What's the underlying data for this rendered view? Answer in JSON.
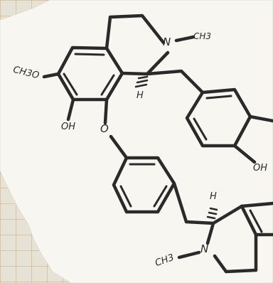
{
  "sketch": {
    "labels": {
      "n_top": "N",
      "ch3_top": "CH3",
      "ch3o": "CH3O",
      "oh_left": "OH",
      "o_bridge": "O",
      "h_top": "H",
      "oh_right": "OH",
      "h_bottom": "H",
      "n_bottom": "N",
      "ch3_bottom": "CH3"
    },
    "colors": {
      "ink": "#2a2a2a",
      "paper": "#f7f6f1",
      "grid_background": "#e7e2d6",
      "grid_line": "#c9a97a"
    }
  }
}
